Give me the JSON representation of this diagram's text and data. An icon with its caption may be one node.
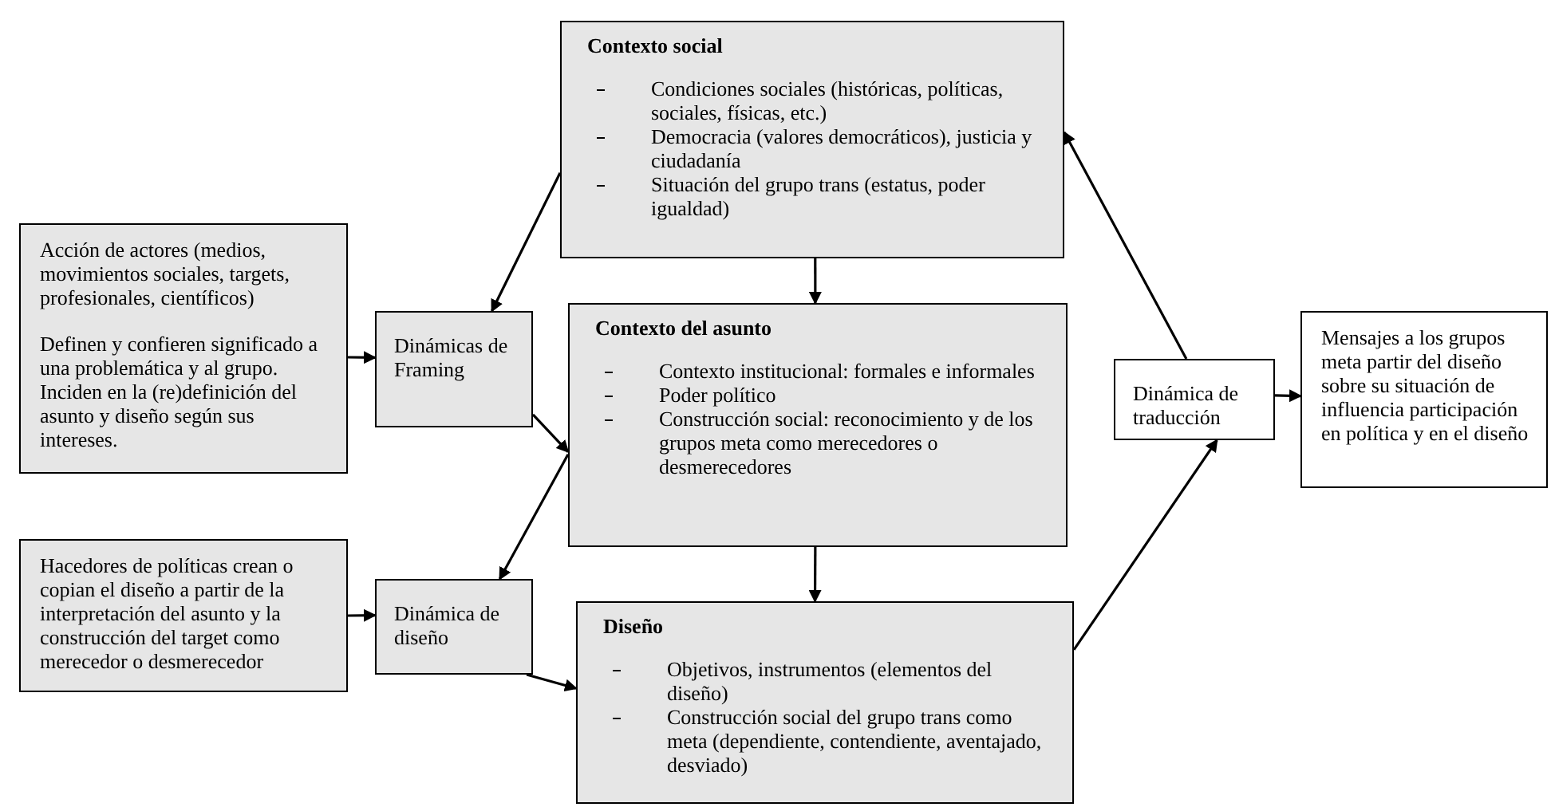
{
  "diagram": {
    "nodes": [
      {
        "text": [
          "Contexto social",
          "Condiciones sociales (históricas, políticas, sociales, físicas, etc.)",
          "Democracia (valores democráticos), justicia y ciudadanía",
          "Situación del grupo trans (estatus, poder igualdad)"
        ]
      },
      {
        "text": [
          "Acción de actores (medios, movimientos sociales, targets, profesionales, científicos)",
          "Definen y confieren significado a una problemática y al grupo. Inciden en la (re)definición del asunto y diseño según sus intereses."
        ]
      },
      {
        "text": [
          "Dinámicas de Framing"
        ]
      },
      {
        "text": [
          "Contexto del asunto",
          "Contexto institucional: formales e informales",
          "Poder político",
          "Construcción social: reconocimiento y de los grupos meta como merecedores o desmerecedores"
        ]
      },
      {
        "text": [
          "Hacedores de políticas crean o copian el diseño a partir de la interpretación del asunto y la construcción del target como merecedor o desmerecedor"
        ]
      },
      {
        "text": [
          "Dinámica de diseño"
        ]
      },
      {
        "text": [
          "Diseño",
          "Objetivos, instrumentos (elementos del diseño)",
          "Construcción social del grupo trans como meta (dependiente, contendiente, aventajado, desviado)"
        ]
      },
      {
        "text": [
          "Dinámica de traducción"
        ]
      },
      {
        "text": [
          "Mensajes a los grupos meta partir del diseño sobre su situación de influencia participación en política y en el diseño"
        ]
      }
    ],
    "edges": [
      {
        "from": 0,
        "to": 2,
        "arrow": "to"
      },
      {
        "from": 1,
        "to": 2,
        "arrow": "to"
      },
      {
        "from": 2,
        "to": 3,
        "arrow": "to"
      },
      {
        "from": 0,
        "to": 3,
        "arrow": "to"
      },
      {
        "from": 3,
        "to": 5,
        "arrow": "to"
      },
      {
        "from": 4,
        "to": 5,
        "arrow": "to"
      },
      {
        "from": 5,
        "to": 6,
        "arrow": "to"
      },
      {
        "from": 3,
        "to": 6,
        "arrow": "to"
      },
      {
        "from": 6,
        "to": 7,
        "arrow": "to"
      },
      {
        "from": 7,
        "to": 0,
        "arrow": "to"
      },
      {
        "from": 7,
        "to": 8,
        "arrow": "to"
      }
    ]
  }
}
